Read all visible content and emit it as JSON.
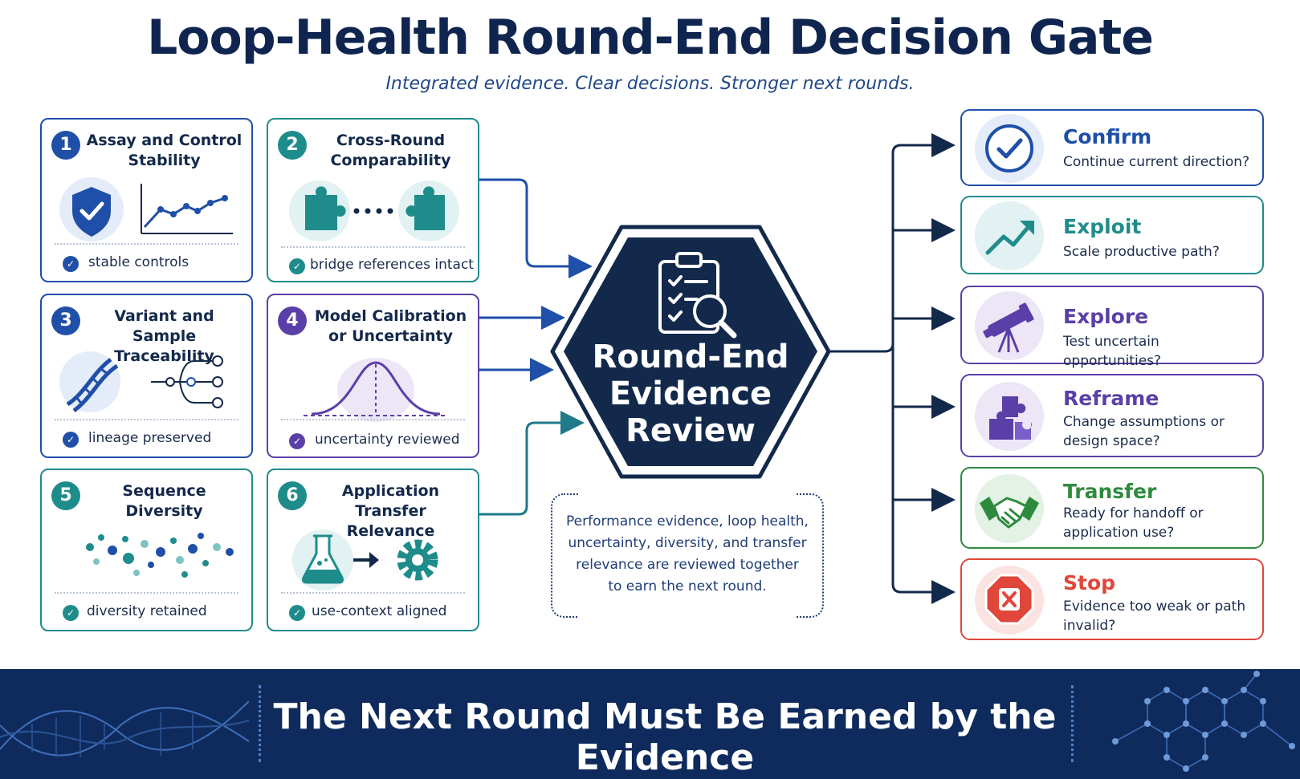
{
  "header": {
    "title": "Loop-Health Round-End Decision Gate",
    "subtitle": "Integrated evidence. Clear decisions. Stronger next rounds."
  },
  "colors": {
    "navy": "#13294b",
    "blue": "#1f4fa8",
    "teal": "#1f8c8c",
    "purple": "#5b3fa8",
    "green": "#2e8b3e",
    "red": "#e0463a"
  },
  "inputs": [
    {
      "number": "1",
      "title": "Assay and Control Stability",
      "note": "stable controls",
      "icon": "shield-check-icon"
    },
    {
      "number": "2",
      "title": "Cross-Round Comparability",
      "note": "bridge references intact",
      "icon": "puzzle-bridge-icon"
    },
    {
      "number": "3",
      "title": "Variant and Sample Traceability",
      "note": "lineage preserved",
      "icon": "dna-tree-icon"
    },
    {
      "number": "4",
      "title": "Model Calibration or Uncertainty",
      "note": "uncertainty reviewed",
      "icon": "bell-curve-icon"
    },
    {
      "number": "5",
      "title": "Sequence Diversity",
      "note": "diversity retained",
      "icon": "scatter-dots-icon"
    },
    {
      "number": "6",
      "title": "Application Transfer Relevance",
      "note": "use-context aligned",
      "icon": "flask-gear-icon"
    }
  ],
  "center": {
    "label_line1": "Round-End",
    "label_line2": "Evidence",
    "label_line3": "Review",
    "icon": "clipboard-search-icon"
  },
  "center_note": {
    "line1": "Performance evidence, loop health,",
    "line2": "uncertainty, diversity, and transfer",
    "line3": "relevance are reviewed together",
    "line4": "to earn the next round."
  },
  "outcomes": [
    {
      "title": "Confirm",
      "desc": "Continue current direction?",
      "icon": "checkmark-circle-icon"
    },
    {
      "title": "Exploit",
      "desc": "Scale productive path?",
      "icon": "trend-up-icon"
    },
    {
      "title": "Explore",
      "desc": "Test uncertain opportunities?",
      "icon": "telescope-icon"
    },
    {
      "title": "Reframe",
      "desc": "Change assumptions or design space?",
      "icon": "puzzle-pieces-icon"
    },
    {
      "title": "Transfer",
      "desc": "Ready for handoff or application use?",
      "icon": "handshake-icon"
    },
    {
      "title": "Stop",
      "desc": "Evidence too weak or path invalid?",
      "icon": "stop-sign-icon"
    }
  ],
  "footer": {
    "text": "The Next Round Must Be Earned by the Evidence"
  }
}
